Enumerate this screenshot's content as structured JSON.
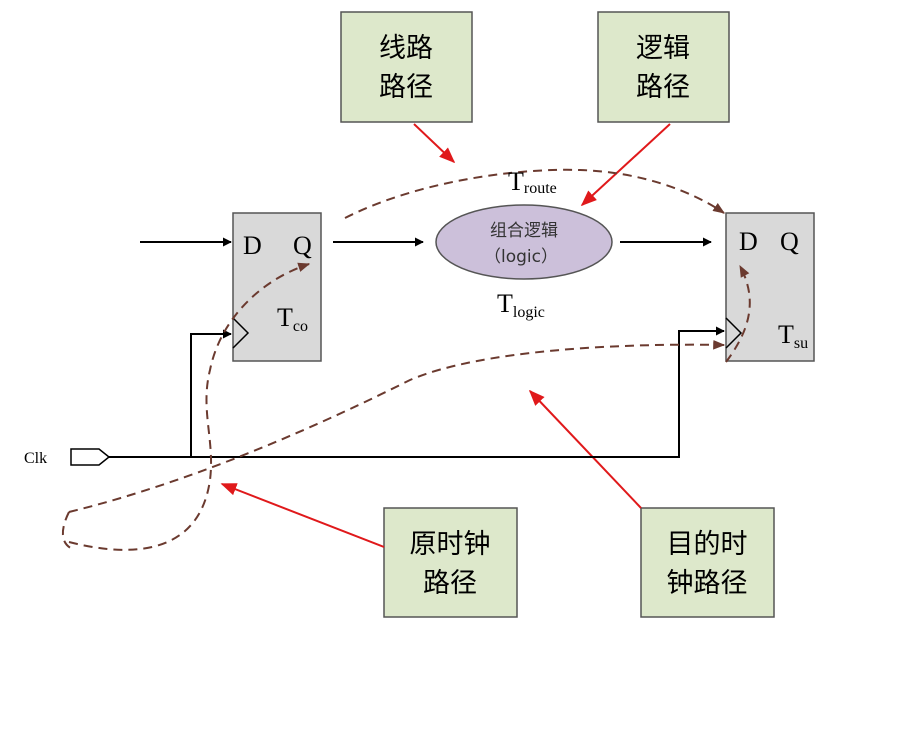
{
  "colors": {
    "box_fill": "#dde8cb",
    "box_stroke": "#555555",
    "ff_fill": "#d9d9d9",
    "logic_fill": "#ccc0da",
    "logic_stroke": "#555555",
    "red_arrow": "#e0191b",
    "dashed_path": "#6b3a2f",
    "wire": "#000000"
  },
  "label_boxes": {
    "wire_path": {
      "line1": "线路",
      "line2": "路径"
    },
    "logic_path": {
      "line1": "逻辑",
      "line2": "路径"
    },
    "source_clock_path": {
      "line1": "原时钟",
      "line2": "路径"
    },
    "dest_clock_path": {
      "line1": "目的时",
      "line2": "钟路径"
    }
  },
  "logic_cell": {
    "line1": "组合逻辑",
    "line2": "（logic）"
  },
  "flip_flop_src": {
    "d": "D",
    "q": "Q",
    "timing_main": "T",
    "timing_sub": "co"
  },
  "flip_flop_dst": {
    "d": "D",
    "q": "Q",
    "timing_main": "T",
    "timing_sub": "su"
  },
  "timing_route": {
    "main": "T",
    "sub": "route"
  },
  "timing_logic": {
    "main": "T",
    "sub": "logic"
  },
  "clock_port": {
    "label": "Clk"
  }
}
